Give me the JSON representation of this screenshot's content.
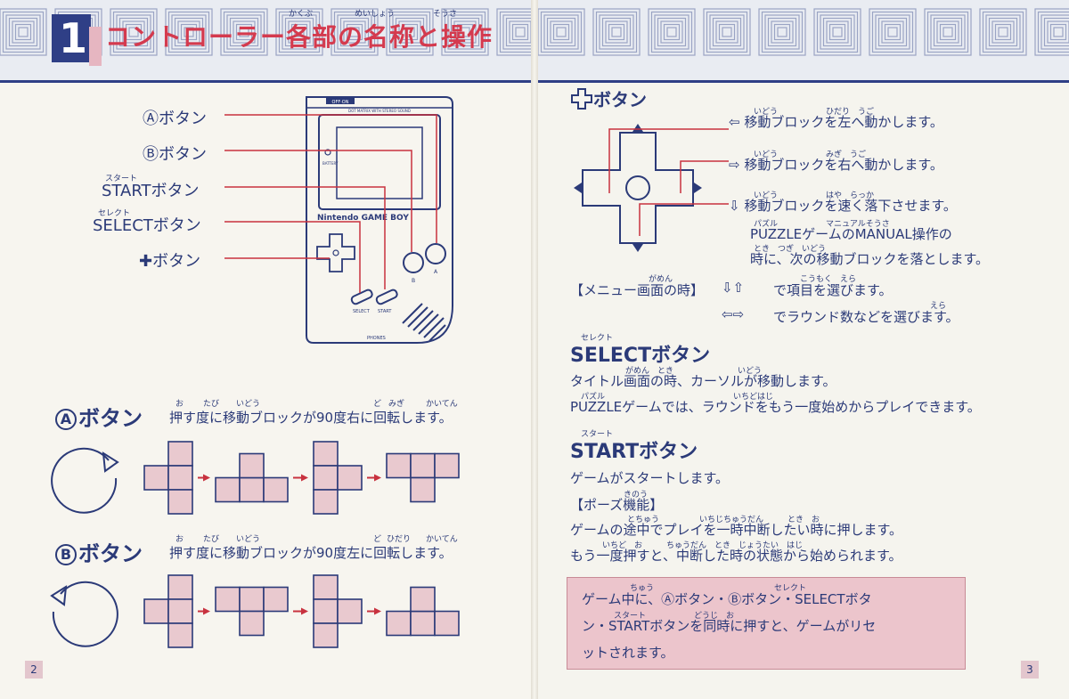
{
  "header": {
    "chapter_number": "1",
    "title": "コントローラー各部の名称と操作",
    "ruby": [
      "かくぶ",
      "めいしょう",
      "そうさ"
    ]
  },
  "diagram": {
    "labels": [
      "Ⓐボタン",
      "Ⓑボタン",
      "STARTボタン",
      "SELECTボタン",
      "✚ボタン"
    ],
    "start_ruby": "スタート",
    "select_ruby": "セレクト",
    "device_texts": {
      "power": "OFF·ON",
      "screen_caption": "DOT MATRIX WITH STEREO SOUND",
      "battery": "BATTERY",
      "brand": "Nintendo GAME BOY",
      "btn_b": "B",
      "btn_a": "A",
      "select": "SELECT",
      "start": "START",
      "phones": "PHONES"
    }
  },
  "a_button": {
    "title": "ボタン",
    "letter": "A",
    "desc": "押す度に移動ブロックが90度右に回転します。",
    "ruby": [
      "お",
      "たび",
      "いどう",
      "ど",
      "みぎ",
      "かいてん"
    ]
  },
  "b_button": {
    "title": "ボタン",
    "letter": "B",
    "desc": "押す度に移動ブロックが90度左に回転します。",
    "ruby": [
      "お",
      "たび",
      "いどう",
      "ど",
      "ひだり",
      "かいてん"
    ]
  },
  "dpad": {
    "title": "ボタン",
    "left": "移動ブロックを左へ動かします。",
    "right": "移動ブロックを右へ動かします。",
    "down": "移動ブロックを速く落下させます。",
    "puzzle1": "PUZZLEゲームのMANUAL操作の",
    "puzzle2": "時に、次の移動ブロックを落とします。",
    "menu_label": "【メニュー画面の時】",
    "menu_updown": "で項目を選びます。",
    "menu_leftright": "でラウンド数などを選びます。",
    "ruby_left": "いどう　　　　　　ひだり　うご",
    "ruby_right": "いどう　　　　　　みぎ　うご",
    "ruby_down": "いどう　　　　　　はや　らっか",
    "ruby_puzzle": "パズル　　　　　　マニュアルそうさ",
    "ruby_puzzle2": "とき　つぎ　いどう",
    "ruby_menu": "がめん",
    "ruby_item": "こうもく　えら",
    "ruby_select": "えら"
  },
  "select_section": {
    "heading": "SELECTボタン",
    "ruby": "セレクト",
    "line1": "タイトル画面の時、カーソルが移動します。",
    "line2": "PUZZLEゲームでは、ラウンドをもう一度始めからプレイできます。",
    "ruby1": "がめん　とき　　　　　　　　いどう",
    "ruby2": "パズル　　　　　　　　　　　　　　　　いちどはじ"
  },
  "start_section": {
    "heading": "STARTボタン",
    "ruby": "スタート",
    "line1": "ゲームがスタートします。",
    "pause_label": "【ポーズ機能】",
    "pause_ruby": "きのう",
    "line2": "ゲームの途中でプレイを一時中断したい時に押します。",
    "line3": "もう一度押すと、中断した時の状態から始められます。",
    "ruby2": "とちゅう　　　　　いちじちゅうだん　　　とき　お",
    "ruby3": "いちど　お　　　ちゅうだん　とき　じょうたい　はじ"
  },
  "note": {
    "line1": "ゲーム中に、Ⓐボタン・Ⓑボタン・SELECTボタ",
    "line2": "ン・STARTボタンを同時に押すと、ゲームがリセ",
    "line3": "ットされます。",
    "ruby1": "ちゅう　　　　　　　　　　　　　　　セレクト",
    "ruby2": "スタート　　　　　　どうじ　お"
  },
  "page_numbers": {
    "left": "2",
    "right": "3"
  },
  "colors": {
    "ink": "#2b3a78",
    "title_red": "#d43a4e",
    "block_fill": "#e9c9cf",
    "leader_red": "#c8323f"
  }
}
